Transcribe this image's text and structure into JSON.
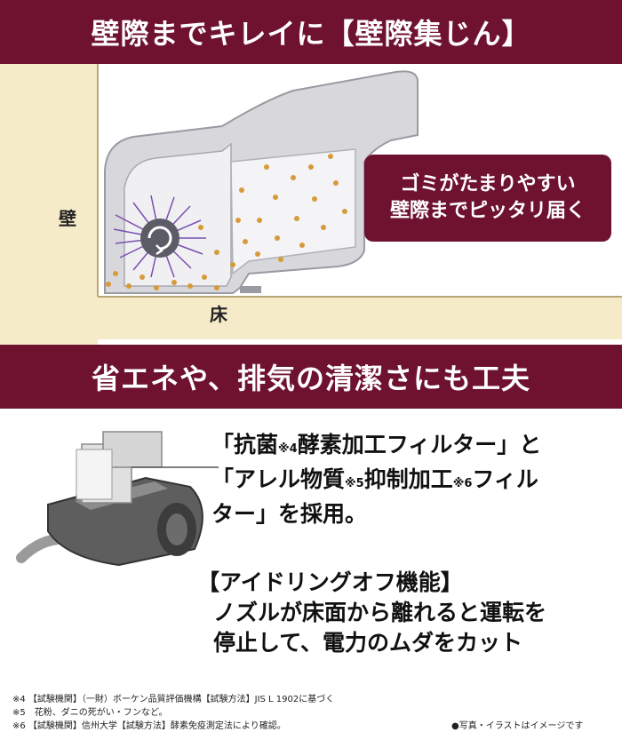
{
  "banner1": {
    "title": "壁際までキレイに【壁際集じん】"
  },
  "illustration": {
    "wall_label": "壁",
    "floor_label": "床",
    "callout_line1": "ゴミがたまりやすい",
    "callout_line2": "壁際までピッタリ届く"
  },
  "banner2": {
    "title": "省エネや、排気の清潔さにも工夫"
  },
  "filter": {
    "line1_a": "「抗菌",
    "line1_sup": "※4",
    "line1_b": "酵素加工フィルター」と",
    "line2_a": "「アレル物質",
    "line2_sup1": "※5",
    "line2_b": "抑制加工",
    "line2_sup2": "※6",
    "line2_c": "フィル",
    "line3": "ター」を採用。"
  },
  "idle": {
    "title": "【アイドリングオフ機能】",
    "line1": "ノズルが床面から離れると運転を",
    "line2": "停止して、電力のムダをカット"
  },
  "notes": {
    "note1": "※4 【試験機関】（一財）ボーケン品質評価機構【試験方法】JIS L 1902に基づく",
    "note2": "※5　花粉、ダニの死がい・フンなど。",
    "note3": "※6 【試験機関】信州大学【試験方法】酵素免疫測定法により確認。",
    "photo": "●写真・イラストはイメージです"
  },
  "colors": {
    "accent": "#6e1230",
    "wall": "#f6ebc8",
    "dust": "#d79a3a",
    "brush": "#7a4fb0"
  }
}
